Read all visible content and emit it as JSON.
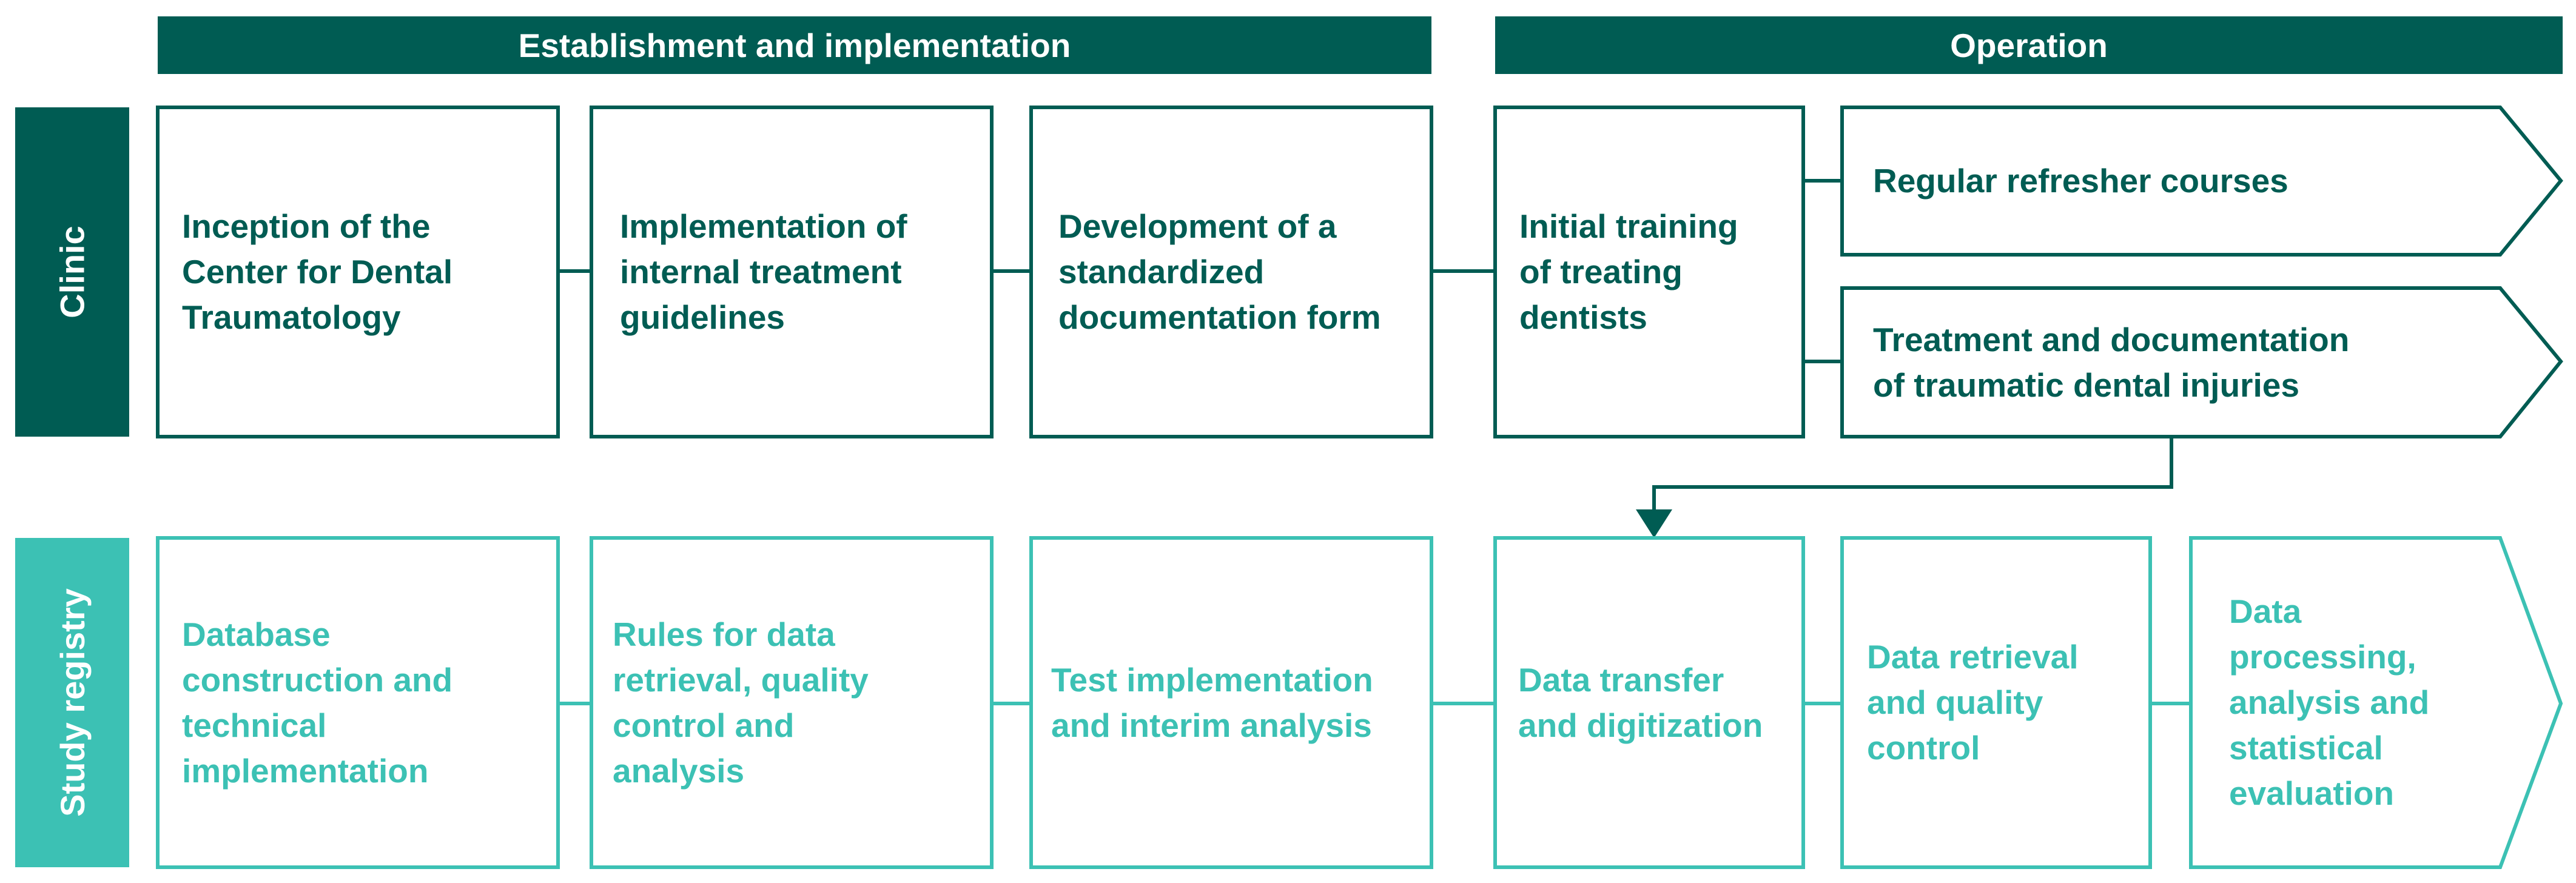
{
  "colors": {
    "clinic": "#005c53",
    "registry": "#3cc1b4",
    "background": "#ffffff"
  },
  "phases": {
    "establishment": "Establishment and implementation",
    "operation": "Operation"
  },
  "rows": {
    "clinic": "Clinic",
    "registry": "Study registry"
  },
  "clinic_steps": {
    "inception": "Inception of the\nCenter for Dental\nTraumatology",
    "guidelines": "Implementation of\ninternal treatment\nguidelines",
    "form": "Development of a\nstandardized\ndocumentation form",
    "training": "Initial training\nof treating\ndentists",
    "refresher": "Regular refresher courses",
    "treatment": "Treatment and documentation\nof traumatic dental injuries"
  },
  "registry_steps": {
    "database": "Database\nconstruction and\ntechnical\nimplementation",
    "rules": "Rules for data\nretrieval, quality\ncontrol and\nanalysis",
    "test": "Test implementation\nand interim analysis",
    "transfer": "Data transfer\nand digitization",
    "retrieval": "Data retrieval\nand quality\ncontrol",
    "processing": "Data\nprocessing,\nanalysis and\nstatistical\nevaluation"
  }
}
